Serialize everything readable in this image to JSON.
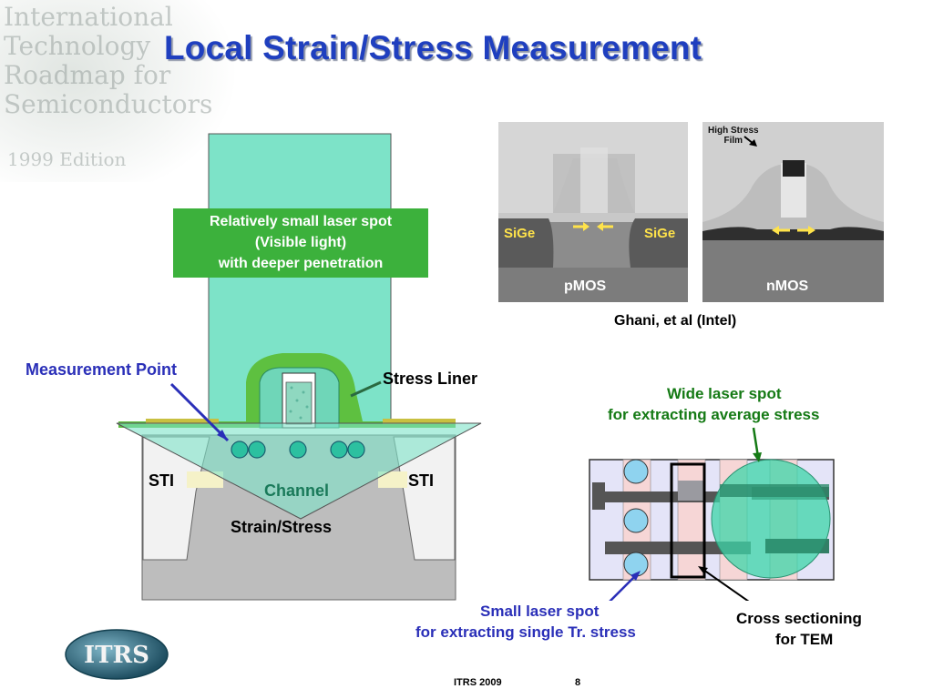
{
  "title": "Local Strain/Stress Measurement",
  "background_watermark": [
    "International",
    "Technology",
    "Roadmap for",
    "Semiconductors",
    "1999 Edition"
  ],
  "diagram": {
    "green_box_lines": [
      "Relatively small laser spot",
      "(Visible light)",
      "with deeper penetration"
    ],
    "measurement_point": "Measurement Point",
    "stress_liner": "Stress Liner",
    "sti_left": "STI",
    "sti_right": "STI",
    "channel": "Channel",
    "strain_stress": "Strain/Stress"
  },
  "tem": {
    "pmos_label": "pMOS",
    "nmos_label": "nMOS",
    "sige_left": "SiGe",
    "sige_right": "SiGe",
    "high_stress_line1": "High Stress",
    "high_stress_line2": "Film",
    "citation": "Ghani, et al (Intel)"
  },
  "layout_diagram": {
    "wide_spot_line1": "Wide laser spot",
    "wide_spot_line2": "for extracting average stress",
    "small_spot_line1": "Small laser spot",
    "small_spot_line2": "for extracting single Tr. stress",
    "cross_section_line1": "Cross sectioning",
    "cross_section_line2": "for TEM"
  },
  "footer": {
    "logo_text": "ITRS",
    "source": "ITRS  2009",
    "page": "8"
  },
  "colors": {
    "title": "#1f3fbf",
    "laser": "#7de3c8",
    "liner": "#5ec040",
    "label_box": "#3cb13c",
    "accent_blue": "#2a2fb8",
    "accent_green": "#157a15"
  }
}
